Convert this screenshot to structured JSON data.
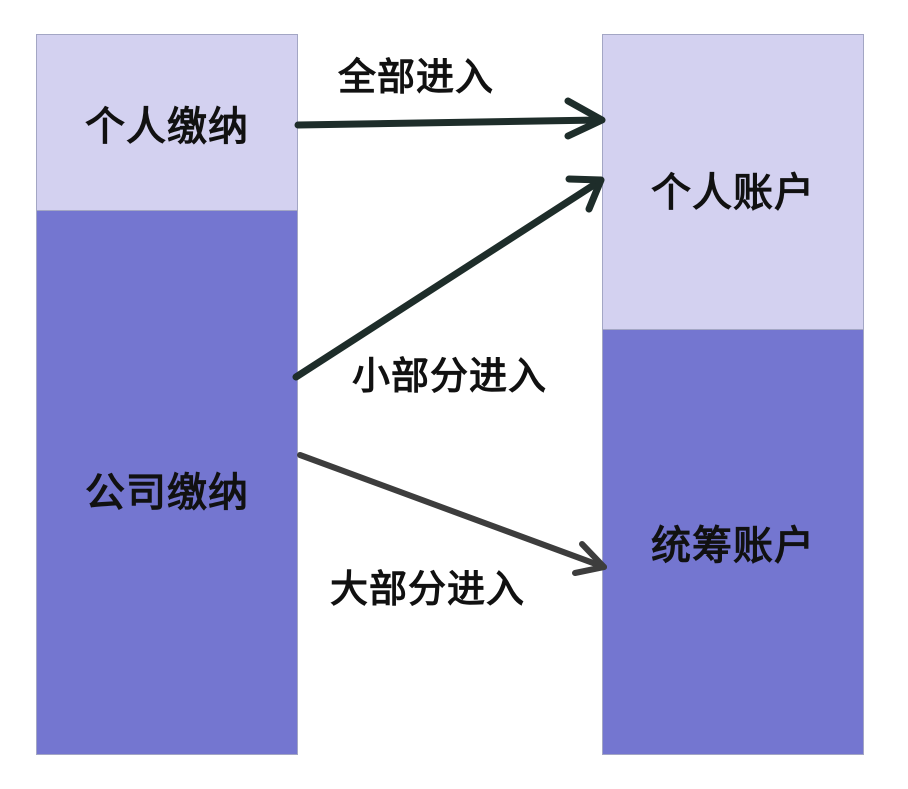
{
  "sources": {
    "personal_contribution": "个人缴纳",
    "company_contribution": "公司缴纳"
  },
  "targets": {
    "personal_account": "个人账户",
    "pooled_account": "统筹账户"
  },
  "flows": {
    "all": "全部进入",
    "small_part": "小部分进入",
    "large_part": "大部分进入"
  },
  "colors": {
    "light_box": "#d3d1f0",
    "dark_box": "#7476d0",
    "box_border": "#a3a6c4",
    "arrow_dark": "#1e2d2a",
    "arrow_gray": "#3d3d3d",
    "text": "#111111"
  }
}
